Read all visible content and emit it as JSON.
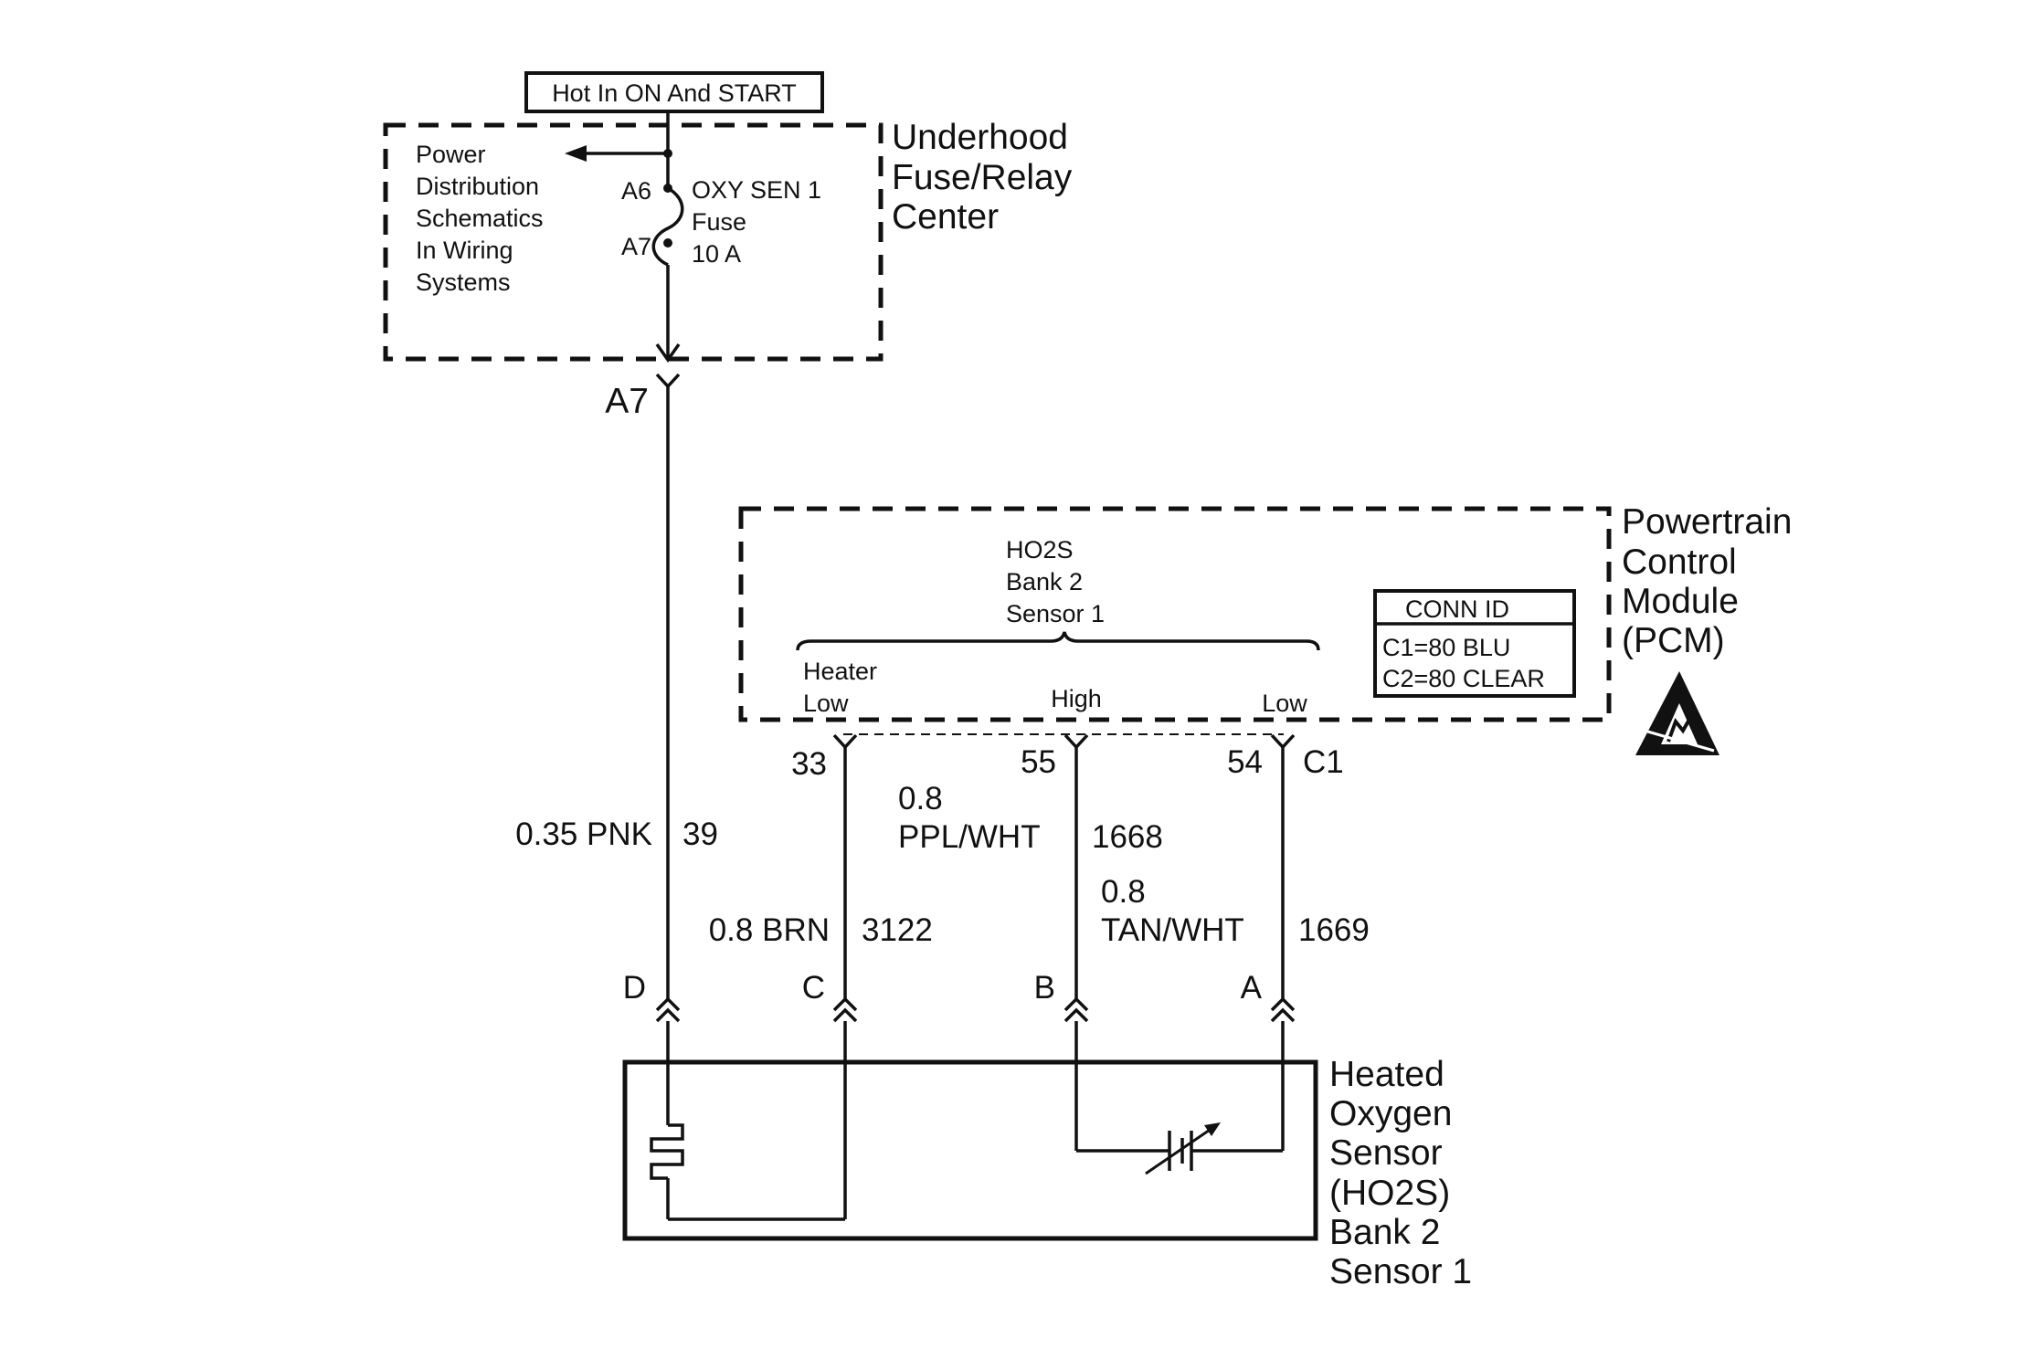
{
  "hot_label": "Hot In ON And START",
  "fuse_block": {
    "title_lines": [
      "Underhood",
      "Fuse/Relay",
      "Center"
    ],
    "power_dist_lines": [
      "Power",
      "Distribution",
      "Schematics",
      "In Wiring",
      "Systems"
    ],
    "pin_top": "A6",
    "pin_bottom": "A7",
    "fuse_lines": [
      "OXY SEN 1",
      "Fuse",
      "10 A"
    ],
    "connector_out": "A7"
  },
  "pcm": {
    "title_lines": [
      "Powertrain",
      "Control",
      "Module",
      "(PCM)"
    ],
    "circuit_lines": [
      "HO2S",
      "Bank 2",
      "Sensor 1"
    ],
    "pin_labels": {
      "heater_low": [
        "Heater",
        "Low"
      ],
      "high": "High",
      "low": "Low"
    },
    "conn_id": {
      "title": "CONN ID",
      "rows": [
        "C1=80 BLU",
        "C2=80 CLEAR"
      ]
    },
    "pins": [
      "33",
      "55",
      "54"
    ],
    "connector": "C1",
    "esd_icon": "esd-warning-icon"
  },
  "wires": [
    {
      "size_color": "0.35 PNK",
      "circuit": "39"
    },
    {
      "size_color": "0.8 BRN",
      "circuit": "3122"
    },
    {
      "size": "0.8",
      "color": "PPL/WHT",
      "circuit": "1668"
    },
    {
      "size": "0.8",
      "color": "TAN/WHT",
      "circuit": "1669"
    }
  ],
  "sensor_pins": [
    "D",
    "C",
    "B",
    "A"
  ],
  "sensor": {
    "title_lines": [
      "Heated",
      "Oxygen",
      "Sensor",
      "(HO2S)",
      "Bank 2",
      "Sensor 1"
    ]
  }
}
